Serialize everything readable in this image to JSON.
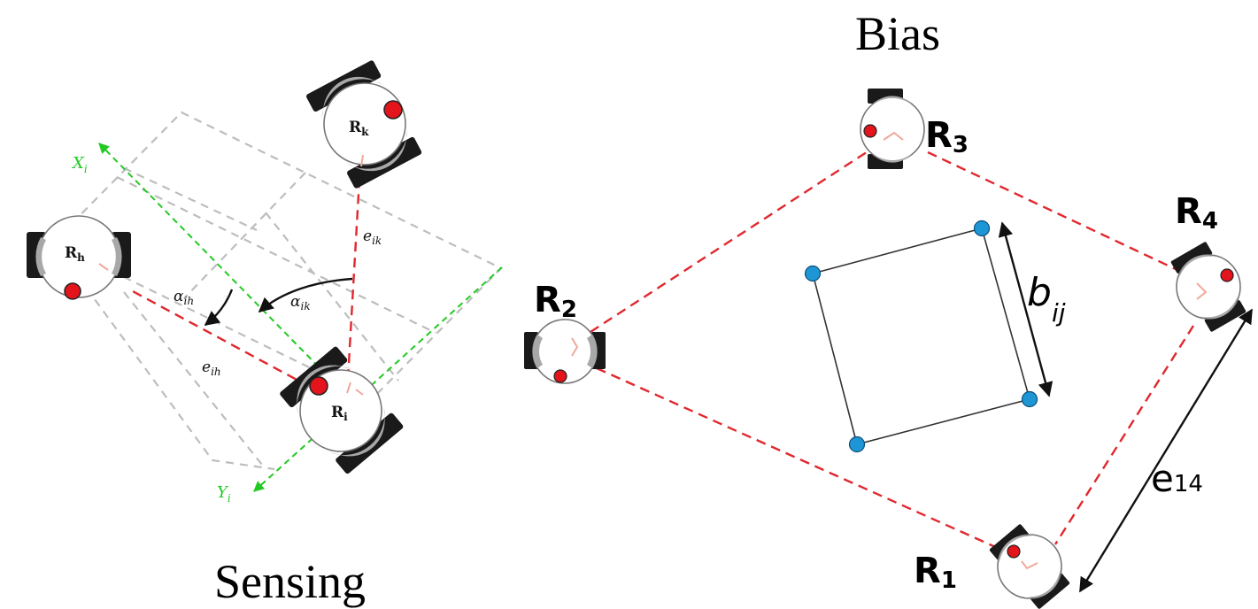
{
  "sensing_panel": {
    "title": "Sensing",
    "robots": {
      "k": {
        "base": "R",
        "sub": "k"
      },
      "h": {
        "base": "R",
        "sub": "h"
      },
      "i": {
        "base": "R",
        "sub": "i"
      }
    },
    "axes": {
      "x": {
        "base": "X",
        "sub": "i"
      },
      "y": {
        "base": "Y",
        "sub": "i"
      }
    },
    "labels": {
      "e_ik": {
        "base": "e",
        "sub": "ik"
      },
      "e_ih": {
        "base": "e",
        "sub": "ih"
      },
      "alpha_ik": {
        "base": "α",
        "sub": "ik"
      },
      "alpha_ih": {
        "base": "α",
        "sub": "ih"
      }
    }
  },
  "bias_panel": {
    "title": "Bias",
    "robots": {
      "r1": {
        "base": "R",
        "sub": "1"
      },
      "r2": {
        "base": "R",
        "sub": "2"
      },
      "r3": {
        "base": "R",
        "sub": "3"
      },
      "r4": {
        "base": "R",
        "sub": "4"
      }
    },
    "labels": {
      "b_ij": {
        "base": "b",
        "sub": "ij"
      },
      "e_14": {
        "base": "e",
        "sub": "14"
      }
    }
  },
  "colors": {
    "edge_dashed": "#e0282e",
    "axis": "#22c922",
    "grid": "#bdbdbd",
    "robot_marker": "#e3141b",
    "vertex": "#1e96d6",
    "wheel": "#1a1a1a",
    "wheel_inner": "#a8a8a8"
  }
}
